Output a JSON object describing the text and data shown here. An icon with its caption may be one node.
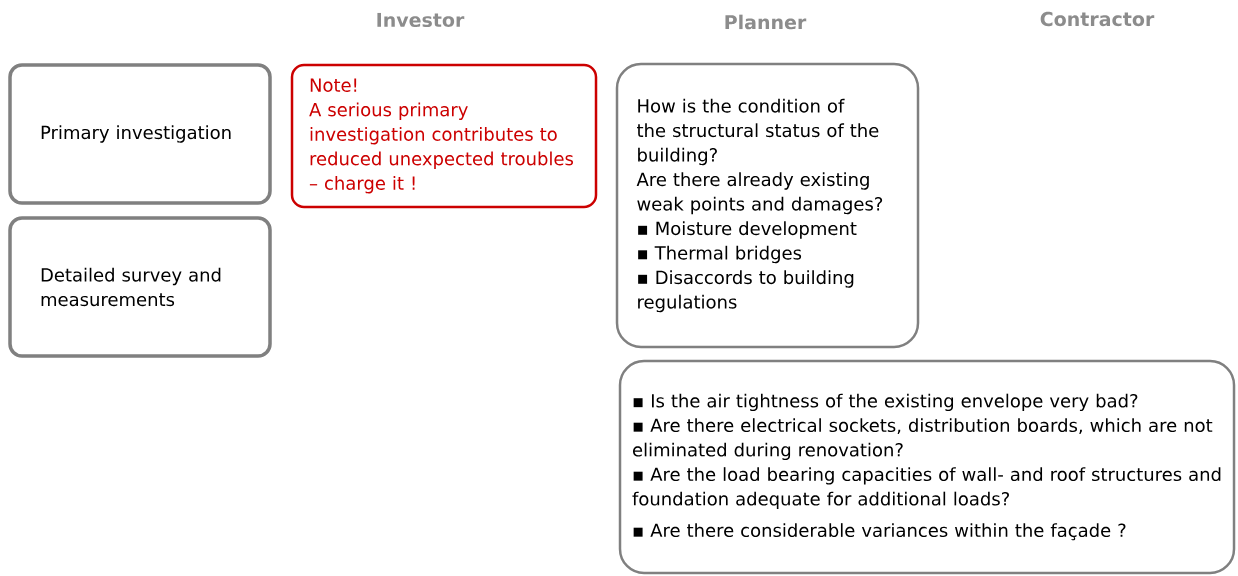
{
  "diagram": {
    "nodes": [
      {
        "text": [
          "Primary investigation"
        ]
      },
      {
        "text": [
          "Detailed survey and measurements"
        ]
      },
      {
        "text": [
          "Note!",
          "A serious primary investigation contributes to reduced unexpected troubles – charge it !"
        ]
      },
      {
        "text": [
          "How is the condition of the structural status of the building?",
          "Are there already existing weak points and damages?",
          "▪ Moisture development",
          "▪ Thermal bridges",
          "▪ Disaccords to building regulations"
        ]
      },
      {
        "text": [
          "▪ Is the air tightness of the existing envelope very bad?",
          "▪ Are there electrical sockets, distribution boards, which are not eliminated during renovation?",
          "▪ Are the load bearing capacities of wall- and roof structures and foundation adequate for additional loads?",
          "▪ Are there considerable variances within the façade ?"
        ]
      }
    ],
    "labels": [
      "Investor",
      "Planner",
      "Contractor"
    ]
  }
}
